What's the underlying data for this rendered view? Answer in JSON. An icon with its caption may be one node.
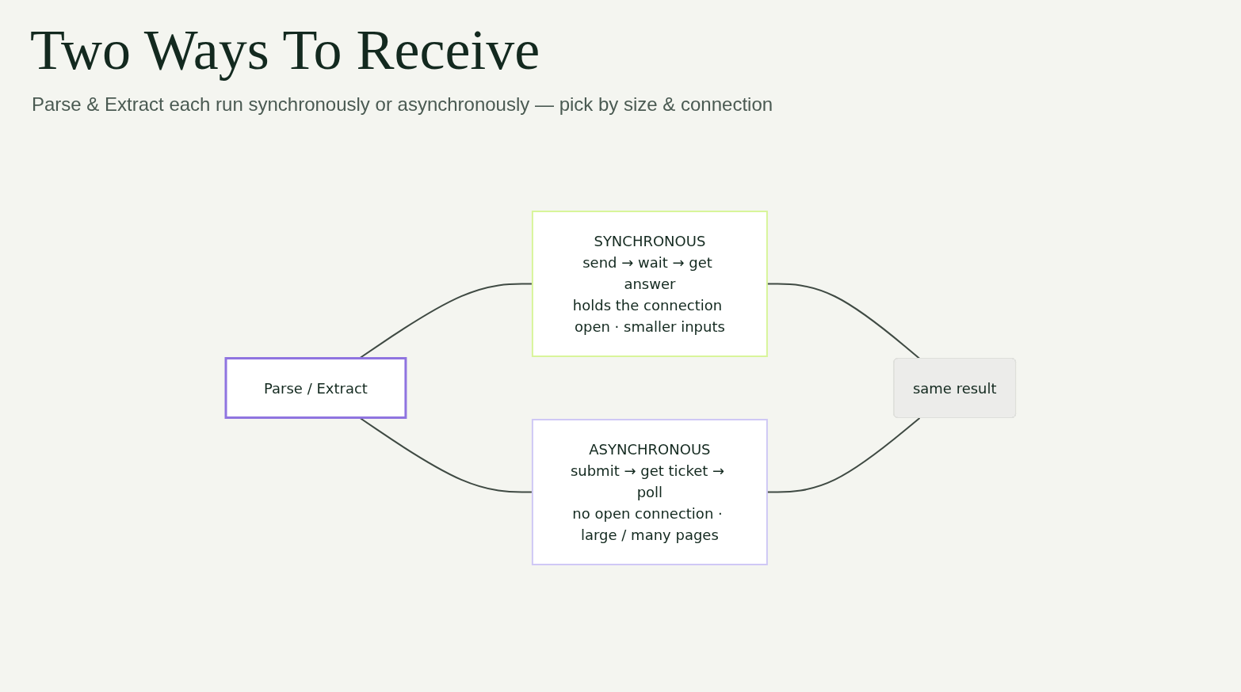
{
  "diagram": {
    "title": "Two Ways To Receive",
    "nodes": [
      {
        "text": [
          "Parse / Extract"
        ]
      },
      {
        "text": [
          "SYNCHRONOUS",
          "send → wait → get answer",
          "holds the connection open · smaller inputs"
        ]
      },
      {
        "text": [
          "ASYNCHRONOUS",
          "submit → get ticket → poll",
          "no open connection · large / many pages"
        ]
      },
      {
        "text": [
          "same result"
        ]
      }
    ],
    "edges": [
      {
        "from": 0,
        "to": 1,
        "arrow": "none"
      },
      {
        "from": 0,
        "to": 2,
        "arrow": "none"
      },
      {
        "from": 1,
        "to": 3,
        "arrow": "none"
      },
      {
        "from": 2,
        "to": 3,
        "arrow": "none"
      }
    ],
    "labels": [
      "Parse & Extract each run synchronously or asynchronously — pick by size & connection"
    ]
  }
}
